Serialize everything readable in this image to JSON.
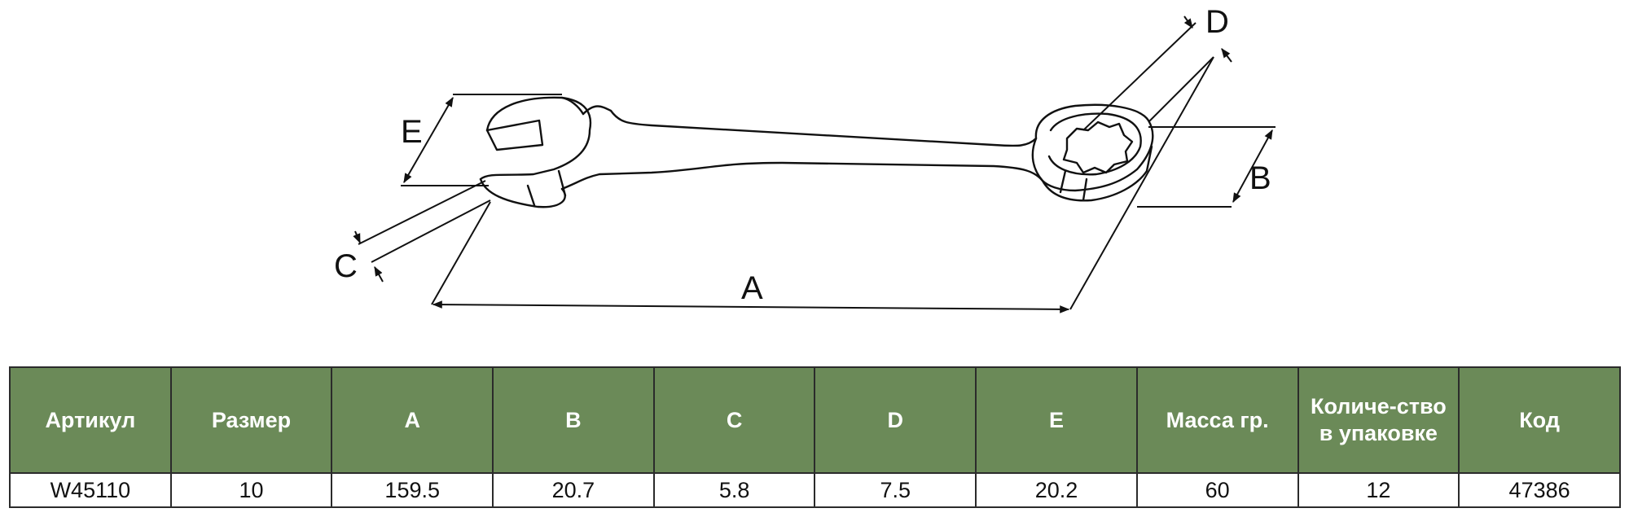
{
  "drawing": {
    "labels": {
      "a": "A",
      "b": "B",
      "c": "C",
      "d": "D",
      "e": "E"
    }
  },
  "table": {
    "headers": [
      "Артикул",
      "Размер",
      "A",
      "B",
      "C",
      "D",
      "E",
      "Масса гр.",
      "Количе-ство в упаковке",
      "Код"
    ],
    "rows": [
      [
        "W45110",
        "10",
        "159.5",
        "20.7",
        "5.8",
        "7.5",
        "20.2",
        "60",
        "12",
        "47386"
      ]
    ]
  }
}
